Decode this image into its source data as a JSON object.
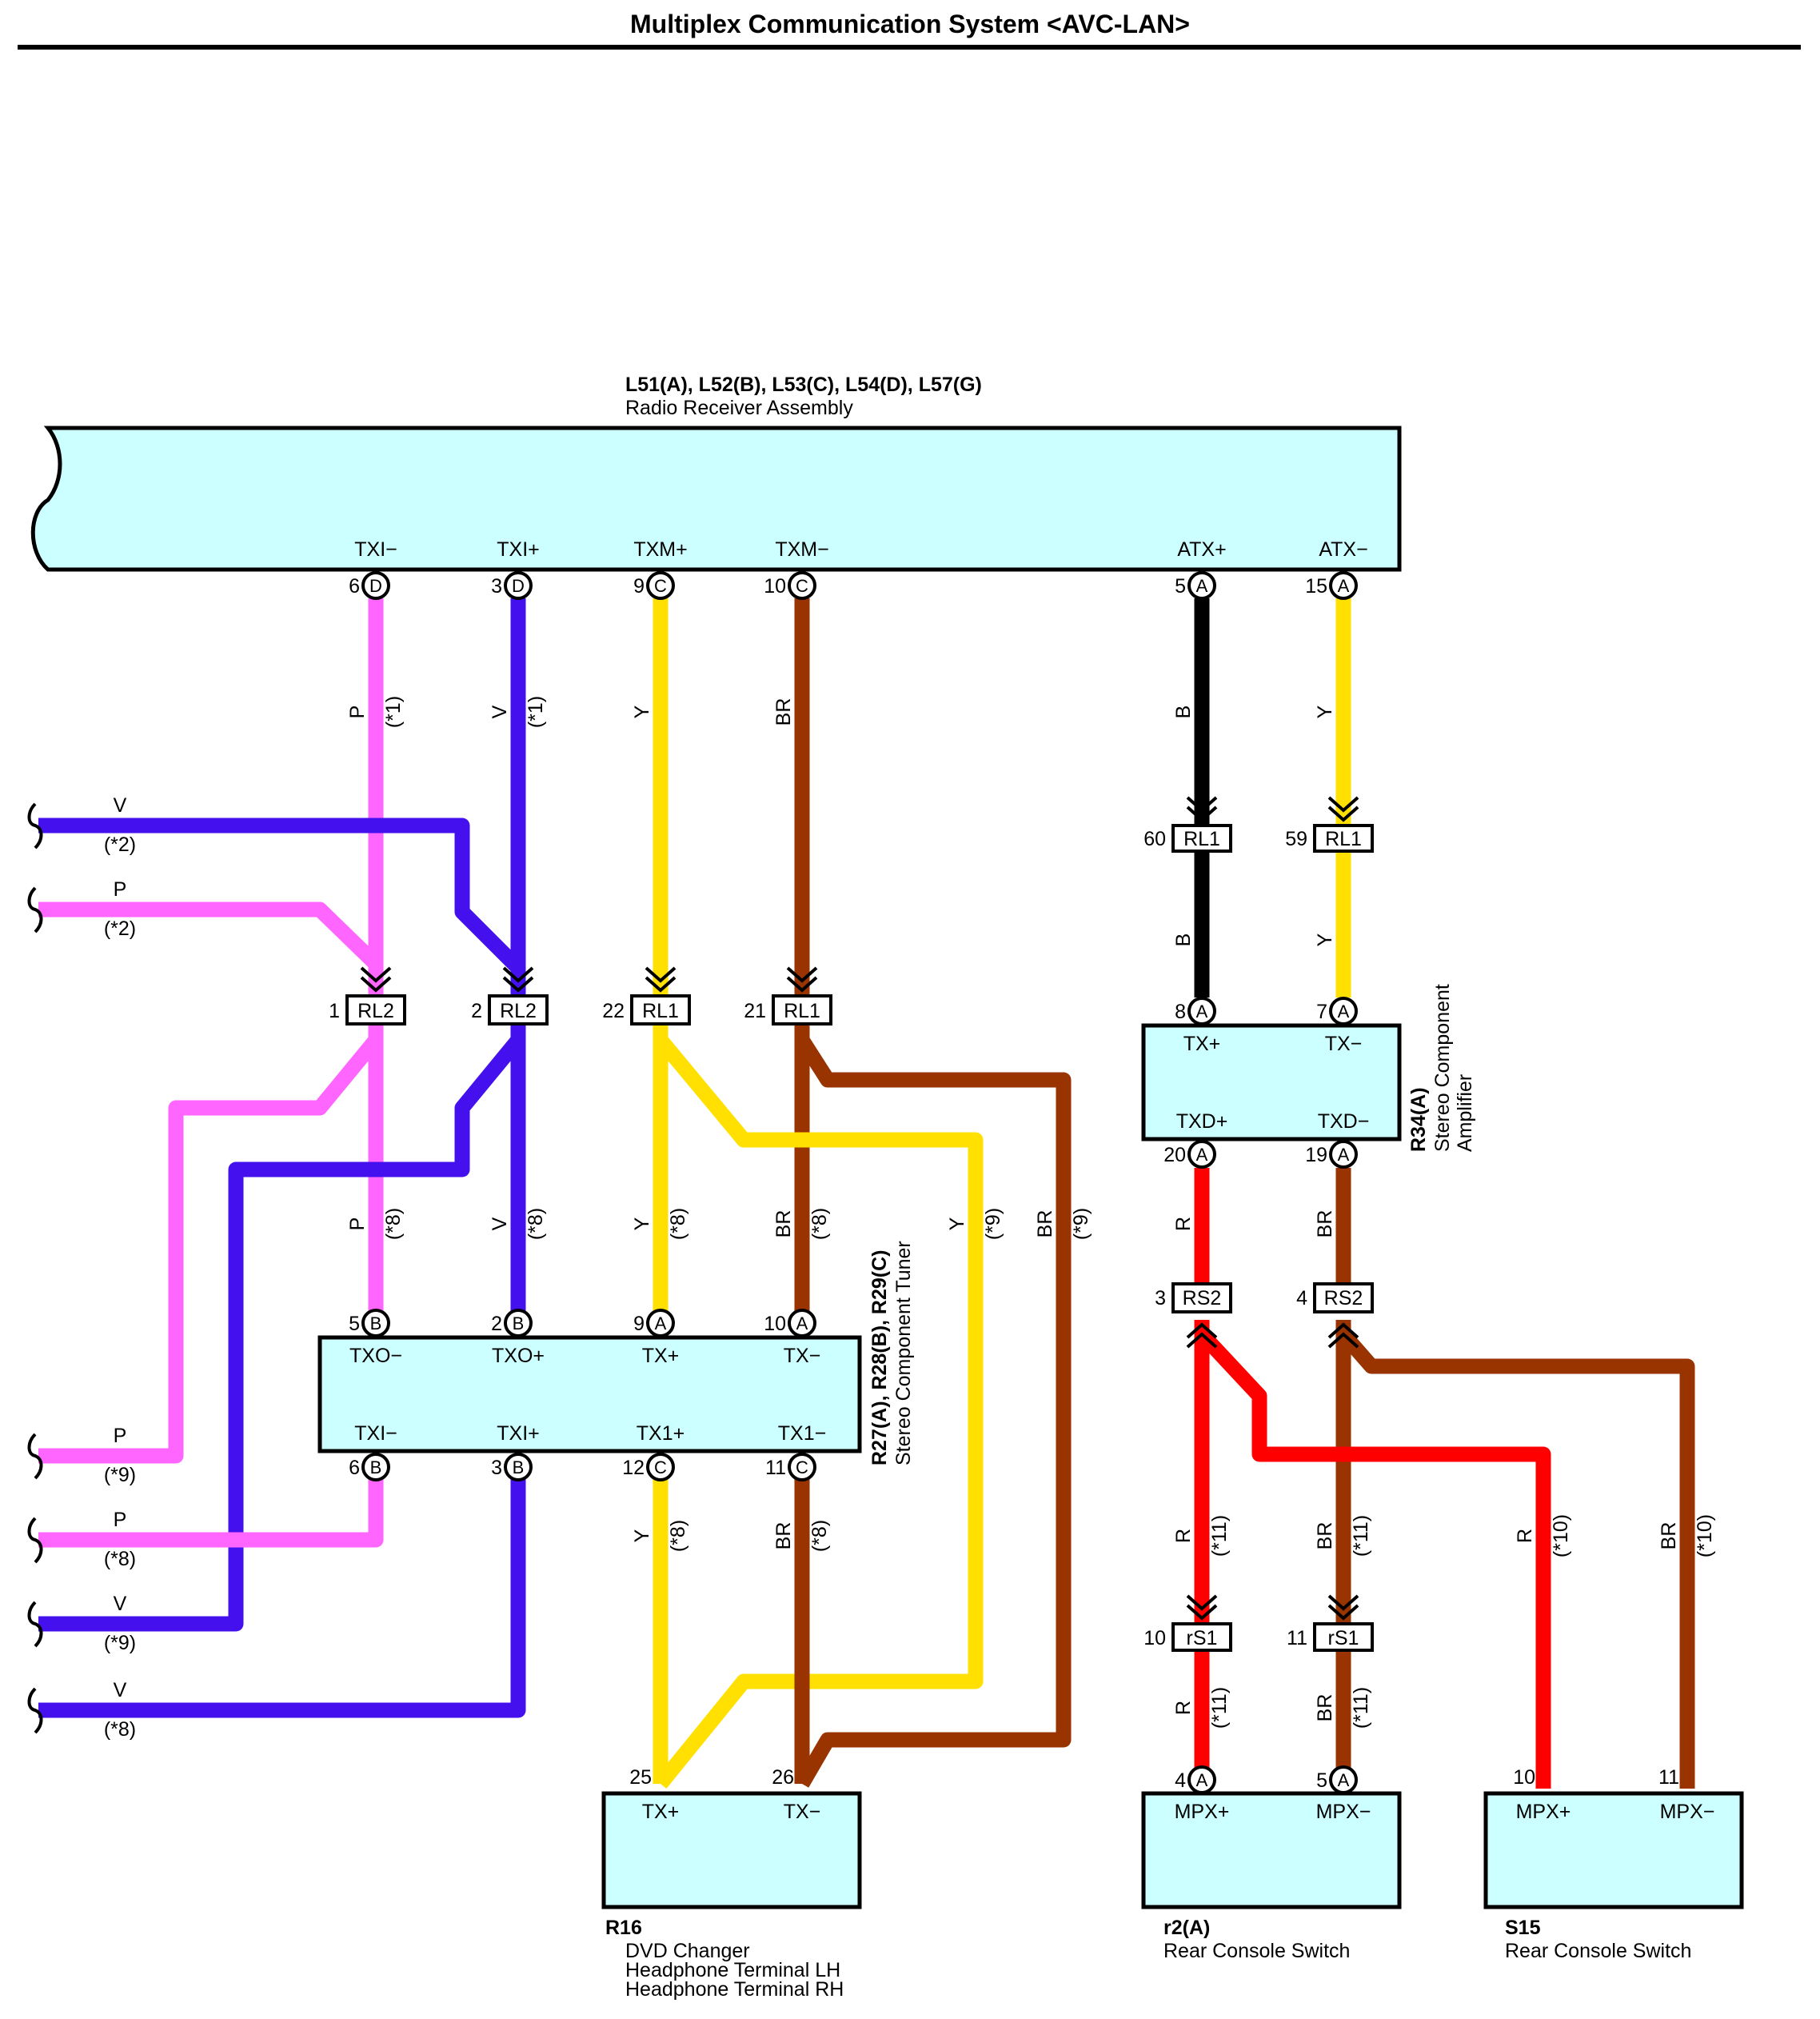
{
  "title": "Multiplex Communication System <AVC-LAN>",
  "colors": {
    "pink": "#ff66ff",
    "violet": "#4411ee",
    "yellow": "#ffe000",
    "brown": "#993300",
    "black": "#000000",
    "red": "#ff0000",
    "box_fill": "#ccffff"
  },
  "components": {
    "radio": {
      "id": "L51(A), L52(B), L53(C), L54(D), L57(G)",
      "name": "Radio Receiver Assembly"
    },
    "tuner": {
      "id": "R27(A), R28(B), R29(C)",
      "name": "Stereo Component Tuner"
    },
    "amp": {
      "id": "R34(A)",
      "name_line1": "Stereo Component",
      "name_line2": "Amplifier"
    },
    "dvd": {
      "id": "R16",
      "line1": "DVD Changer",
      "line2": "Headphone Terminal LH",
      "line3": "Headphone Terminal RH"
    },
    "r2": {
      "id": "r2(A)",
      "name": "Rear Console Switch"
    },
    "s15": {
      "id": "S15",
      "name": "Rear Console Switch"
    }
  },
  "radio_pins": [
    {
      "label": "TXI−",
      "num": "6",
      "conn": "D"
    },
    {
      "label": "TXI+",
      "num": "3",
      "conn": "D"
    },
    {
      "label": "TXM+",
      "num": "9",
      "conn": "C"
    },
    {
      "label": "TXM−",
      "num": "10",
      "conn": "C"
    },
    {
      "label": "ATX+",
      "num": "5",
      "conn": "A"
    },
    {
      "label": "ATX−",
      "num": "15",
      "conn": "A"
    }
  ],
  "tuner_top_pins": [
    {
      "label": "TXO−",
      "num": "5",
      "conn": "B"
    },
    {
      "label": "TXO+",
      "num": "2",
      "conn": "B"
    },
    {
      "label": "TX+",
      "num": "9",
      "conn": "A"
    },
    {
      "label": "TX−",
      "num": "10",
      "conn": "A"
    }
  ],
  "tuner_bottom_pins": [
    {
      "label": "TXI−",
      "num": "6",
      "conn": "B"
    },
    {
      "label": "TXI+",
      "num": "3",
      "conn": "B"
    },
    {
      "label": "TX1+",
      "num": "12",
      "conn": "C"
    },
    {
      "label": "TX1−",
      "num": "11",
      "conn": "C"
    }
  ],
  "amp_pins": {
    "top": [
      {
        "label": "TX+",
        "num": "8",
        "conn": "A"
      },
      {
        "label": "TX−",
        "num": "7",
        "conn": "A"
      }
    ],
    "bottom": [
      {
        "label": "TXD+",
        "num": "20",
        "conn": "A"
      },
      {
        "label": "TXD−",
        "num": "19",
        "conn": "A"
      }
    ]
  },
  "dvd_pins": [
    {
      "label": "TX+",
      "num": "25"
    },
    {
      "label": "TX−",
      "num": "26"
    }
  ],
  "r2_pins": [
    {
      "label": "MPX+",
      "num": "4",
      "conn": "A"
    },
    {
      "label": "MPX−",
      "num": "5",
      "conn": "A"
    }
  ],
  "s15_pins": [
    {
      "label": "MPX+",
      "num": "10"
    },
    {
      "label": "MPX−",
      "num": "11"
    }
  ],
  "junctions": {
    "rl2_1": {
      "num": "1",
      "label": "RL2"
    },
    "rl2_2": {
      "num": "2",
      "label": "RL2"
    },
    "rl1_22": {
      "num": "22",
      "label": "RL1"
    },
    "rl1_21": {
      "num": "21",
      "label": "RL1"
    },
    "rl1_60": {
      "num": "60",
      "label": "RL1"
    },
    "rl1_59": {
      "num": "59",
      "label": "RL1"
    },
    "rs2_3": {
      "num": "3",
      "label": "RS2"
    },
    "rs2_4": {
      "num": "4",
      "label": "RS2"
    },
    "rs1_10": {
      "num": "10",
      "label": "rS1"
    },
    "rs1_11": {
      "num": "11",
      "label": "rS1"
    }
  },
  "wire_labels": {
    "P": "P",
    "V": "V",
    "Y": "Y",
    "BR": "BR",
    "B": "B",
    "R": "R",
    "n1": "(*1)",
    "n2": "(*2)",
    "n8": "(*8)",
    "n9": "(*9)",
    "n10": "(*10)",
    "n11": "(*11)"
  }
}
